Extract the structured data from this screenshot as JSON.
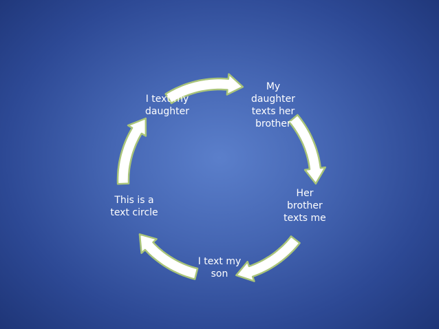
{
  "diagram": {
    "type": "cycle",
    "nodes": [
      {
        "id": "n1",
        "label": "I text my\ndaughter"
      },
      {
        "id": "n2",
        "label": "My\ndaughter\ntexts her\nbrother"
      },
      {
        "id": "n3",
        "label": "Her\nbrother\ntexts me"
      },
      {
        "id": "n4",
        "label": "I text my\nson"
      },
      {
        "id": "n5",
        "label": "This is a\ntext circle"
      }
    ],
    "edges": [
      {
        "from": "n1",
        "to": "n2"
      },
      {
        "from": "n2",
        "to": "n3"
      },
      {
        "from": "n3",
        "to": "n4"
      },
      {
        "from": "n4",
        "to": "n5"
      },
      {
        "from": "n5",
        "to": "n1"
      }
    ],
    "colors": {
      "arrow_fill": "#ffffff",
      "arrow_stroke": "#a9c47a",
      "text": "#ffffff"
    }
  }
}
